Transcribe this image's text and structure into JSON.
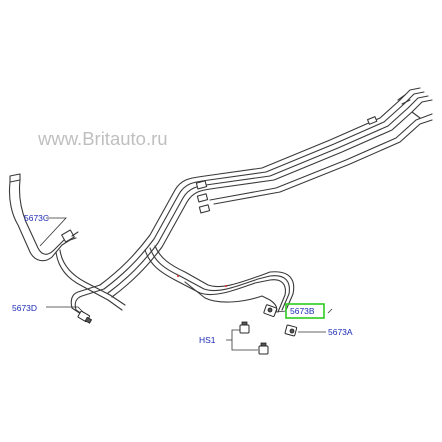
{
  "watermark": "www.Britauto.ru",
  "callouts": {
    "c5673C": "5673C",
    "c5673D": "5673D",
    "c5673B": "5673B",
    "c5673A": "5673A",
    "cHS1": "HS1"
  },
  "highlighted_callout": "5673B",
  "colors": {
    "callout_text": "#1c2bb4",
    "highlight": "#2ecc1e",
    "line": "#3a3a3a",
    "watermark": "#bfbfbf",
    "red_marks": "#d23a3a"
  }
}
